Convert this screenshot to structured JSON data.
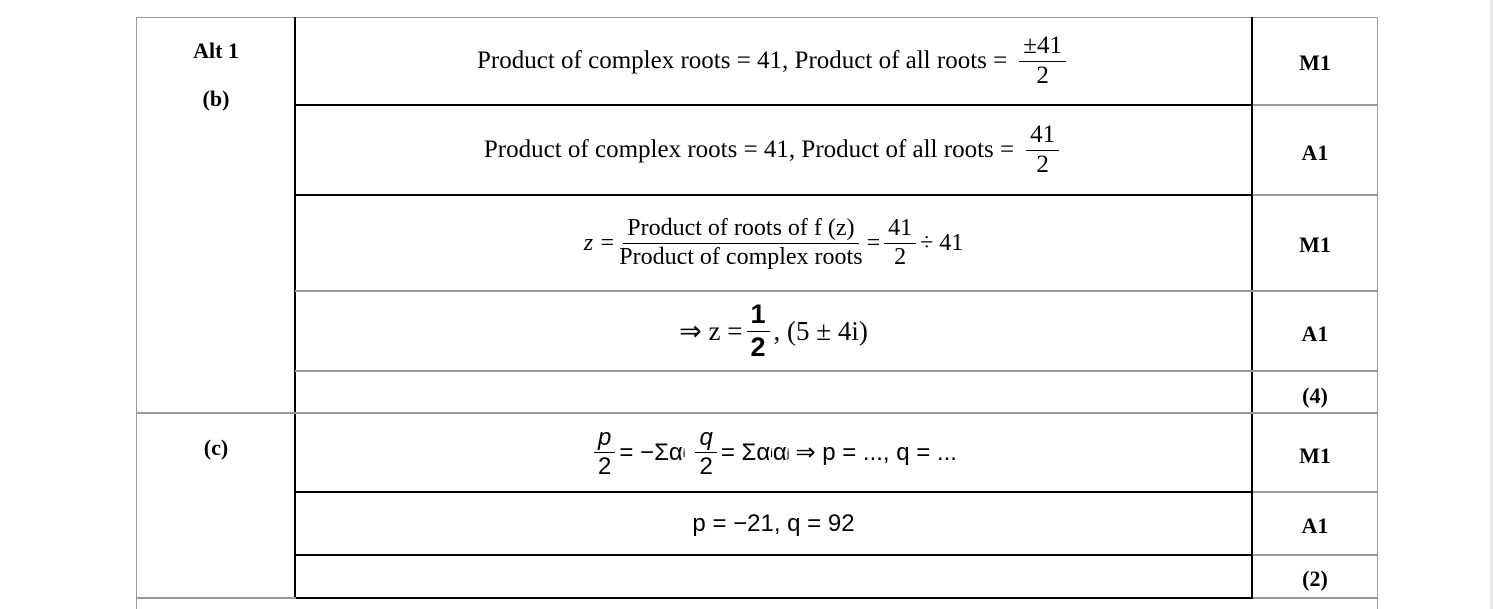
{
  "rows": [
    {
      "label": "Alt 1",
      "label2": "(b)",
      "text": "Product of complex roots = 41, Product of all roots =",
      "num": "±41",
      "den": "2",
      "mark": "M1"
    },
    {
      "text": "Product of complex roots = 41, Product of all roots =",
      "num": "41",
      "den": "2",
      "mark": "A1"
    },
    {
      "lhs": "z =",
      "num": "Product of roots of f (z)",
      "den": "Product of complex roots",
      "eq": "=",
      "num2": "41",
      "den2": "2",
      "tail": "÷ 41",
      "mark": "M1"
    },
    {
      "pre": "⇒ z =",
      "num": "1",
      "den": "2",
      "tail": ", (5 ± 4i)",
      "mark": "A1"
    },
    {
      "mark": "(4)"
    },
    {
      "label": "(c)",
      "p": "p",
      "q": "q",
      "den": "2",
      "mid": "= −Σα",
      "sub_i": "i",
      "mid2": "= Σα",
      "sub_j": "j",
      "tail": "⇒ p = ..., q = ...",
      "mark": "M1"
    },
    {
      "text": "p = −21, q = 92",
      "mark": "A1"
    },
    {
      "mark": "(2)"
    }
  ]
}
